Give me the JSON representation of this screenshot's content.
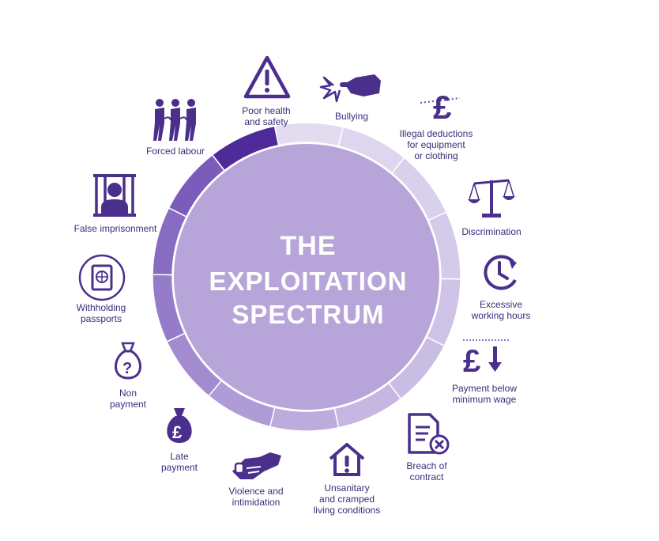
{
  "title": {
    "line1": "THE",
    "line2": "EXPLOITATION",
    "line3": "SPECTRUM"
  },
  "colors": {
    "center": "#b7a5d9",
    "ring_light": "#e3dcf1",
    "ring_mid": "#c2b4e0",
    "ring_dark": "#6e4cb3",
    "ring_darkest": "#4f2b9a",
    "text": "#3d2c7a",
    "icon": "#4a2f8c"
  },
  "items": [
    {
      "id": "poor-health",
      "icon": "warning-triangle-icon",
      "lines": [
        "Poor health",
        "and safety"
      ]
    },
    {
      "id": "bullying",
      "icon": "pointing-fist-icon",
      "lines": [
        "Bullying"
      ]
    },
    {
      "id": "illegal-deductions",
      "icon": "pound-sign-icon",
      "lines": [
        "Illegal deductions",
        "for equipment",
        "or clothing"
      ]
    },
    {
      "id": "discrimination",
      "icon": "scales-icon",
      "lines": [
        "Discrimination"
      ]
    },
    {
      "id": "excessive-hours",
      "icon": "clock-icon",
      "lines": [
        "Excessive",
        "working hours"
      ]
    },
    {
      "id": "below-minimum-wage",
      "icon": "pound-down-arrow-icon",
      "lines": [
        "Payment below",
        "minimum wage"
      ]
    },
    {
      "id": "breach-of-contract",
      "icon": "document-x-icon",
      "lines": [
        "Breach of",
        "contract"
      ]
    },
    {
      "id": "unsanitary-living",
      "icon": "house-warning-icon",
      "lines": [
        "Unsanitary",
        "and cramped",
        "living conditions"
      ]
    },
    {
      "id": "violence",
      "icon": "grabbing-hand-icon",
      "lines": [
        "Violence and",
        "intimidation"
      ]
    },
    {
      "id": "late-payment",
      "icon": "money-bag-pound-icon",
      "lines": [
        "Late",
        "payment"
      ]
    },
    {
      "id": "non-payment",
      "icon": "money-bag-question-icon",
      "lines": [
        "Non",
        "payment"
      ]
    },
    {
      "id": "withholding-passports",
      "icon": "passport-icon",
      "lines": [
        "Withholding",
        "passports"
      ]
    },
    {
      "id": "false-imprisonment",
      "icon": "person-behind-bars-icon",
      "lines": [
        "False imprisonment"
      ]
    },
    {
      "id": "forced-labour",
      "icon": "chained-people-icon",
      "lines": [
        "Forced labour"
      ]
    }
  ]
}
